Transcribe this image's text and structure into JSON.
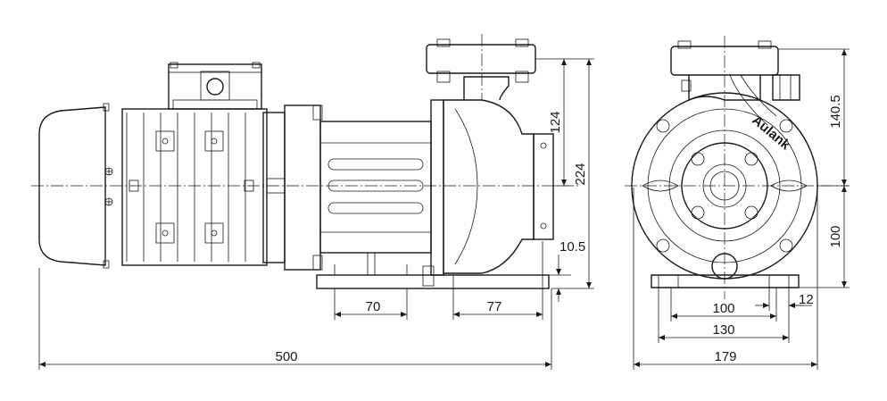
{
  "drawing": {
    "brand": "Aulank",
    "side_view": {
      "dims": {
        "overall_length": "500",
        "foot_spacing": "70",
        "suction_offset": "77",
        "flange_height": "224",
        "outlet_offset": "124",
        "foot_thickness": "10.5"
      }
    },
    "end_view": {
      "dims": {
        "overall_width": "179",
        "base_outer": "130",
        "base_inner": "100",
        "foot_hole": "12",
        "center_height": "100",
        "outlet_height": "140.5"
      }
    }
  }
}
